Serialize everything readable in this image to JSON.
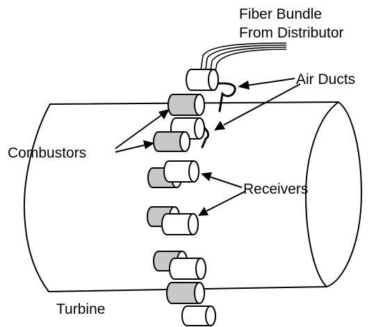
{
  "labels": {
    "fiber_bundle_line1": "Fiber Bundle",
    "fiber_bundle_line2": "From Distributor",
    "air_ducts": "Air Ducts",
    "combustors": "Combustors",
    "receivers": "Receivers",
    "turbine": "Turbine"
  },
  "colors": {
    "combustor_fill": "#c8c8c8",
    "receiver_fill": "#ffffff",
    "line": "#000000",
    "background": "#ffffff"
  }
}
